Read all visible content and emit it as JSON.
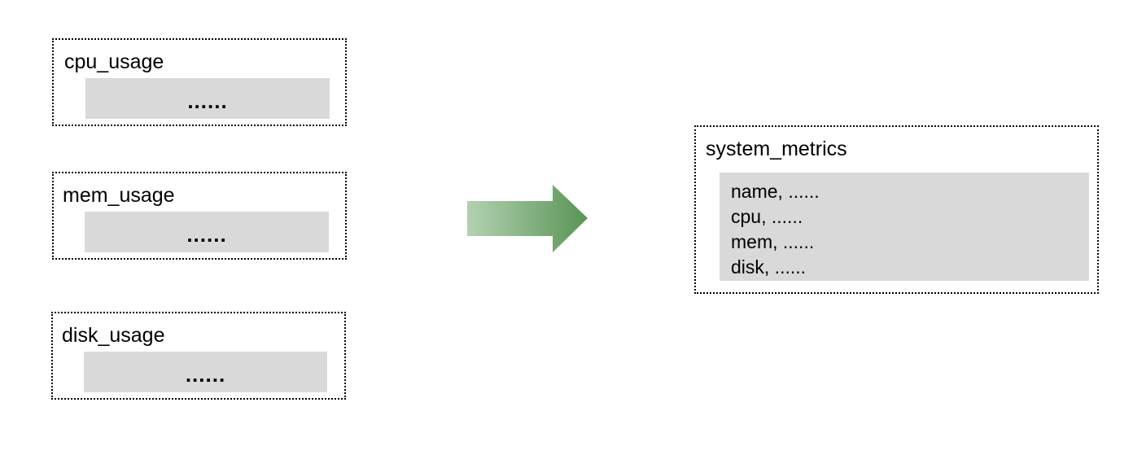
{
  "sources": [
    {
      "name": "cpu_usage",
      "content": "......"
    },
    {
      "name": "mem_usage",
      "content": "......"
    },
    {
      "name": "disk_usage",
      "content": "......"
    }
  ],
  "target": {
    "name": "system_metrics",
    "rows": [
      "name, ......",
      "cpu, ......",
      "mem, ......",
      "disk, ......"
    ]
  },
  "arrow": {
    "icon": "arrow-right-icon",
    "gradient_from": "#b3d1b1",
    "gradient_to": "#599455"
  }
}
